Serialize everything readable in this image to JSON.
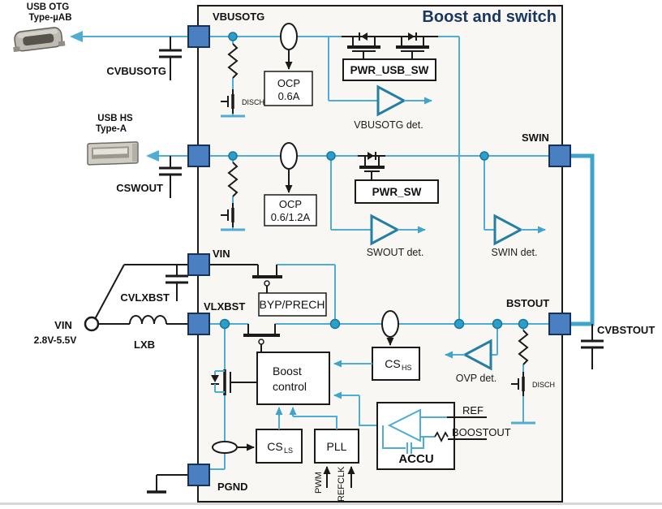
{
  "title": "Boost and switch",
  "colors": {
    "wire_blue": "#4fadd4",
    "thick_blue": "#3fa3cb",
    "node_blue": "#2d9ec9",
    "pin_fill": "#4a80c2",
    "pin_stroke": "#14325b",
    "comparator_stroke": "#257fa3",
    "title_navy": "#17375e",
    "ic_background": "#f8f7f4"
  },
  "external": {
    "usb_otg": {
      "line1": "USB OTG",
      "line2": "Type-µAB"
    },
    "usb_hs": {
      "line1": "USB HS",
      "line2": "Type-A"
    },
    "cvbusotg": "CVBUSOTG",
    "cswout": "CSWOUT",
    "cvlxbst": "CVLXBST",
    "vin_supply": {
      "line1": "VIN",
      "line2": "2.8V-5.5V"
    },
    "lxb": "LXB",
    "cvbstout": "CVBSTOUT"
  },
  "pins": {
    "vbusotg": "VBUSOTG",
    "vin": "VIN",
    "vlxbst": "VLXBST",
    "pgnd": "PGND",
    "swin": "SWIN",
    "bstout": "BSTOUT"
  },
  "blocks": {
    "ocp1": {
      "line1": "OCP",
      "line2": "0.6A"
    },
    "ocp2": {
      "line1": "OCP",
      "line2": "0.6/1.2A"
    },
    "pwr_usb_sw": "PWR_USB_SW",
    "pwr_sw": "PWR_SW",
    "byp_prech": "BYP/PRECH",
    "boost_control": {
      "line1": "Boost",
      "line2": "control"
    },
    "cs_hs": {
      "main": "CS",
      "sub": "HS"
    },
    "cs_ls": {
      "main": "CS",
      "sub": "LS"
    },
    "pll": "PLL",
    "accu": "ACCU"
  },
  "detectors": {
    "vbusotg": "VBUSOTG det.",
    "swout": "SWOUT det.",
    "swin": "SWIN det.",
    "ovp": "OVP det."
  },
  "signals": {
    "disch": "DISCH",
    "ref": "REF",
    "boostout": "BOOSTOUT",
    "pwm": "PWM",
    "refclk": "REFCLK"
  }
}
